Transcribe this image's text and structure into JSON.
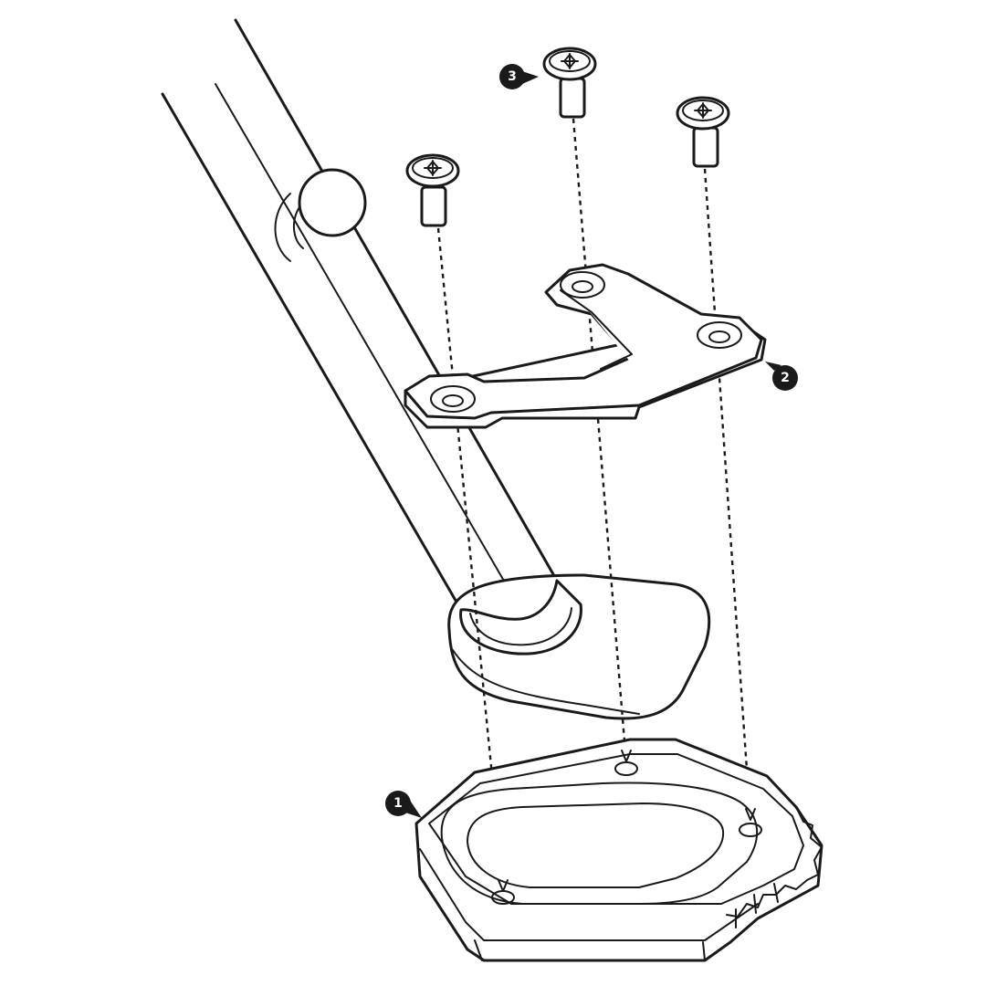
{
  "callouts": {
    "base_plate": "1",
    "bracket": "2",
    "screws": "3"
  },
  "colors": {
    "line": "#1a1a1a",
    "background": "#ffffff"
  }
}
